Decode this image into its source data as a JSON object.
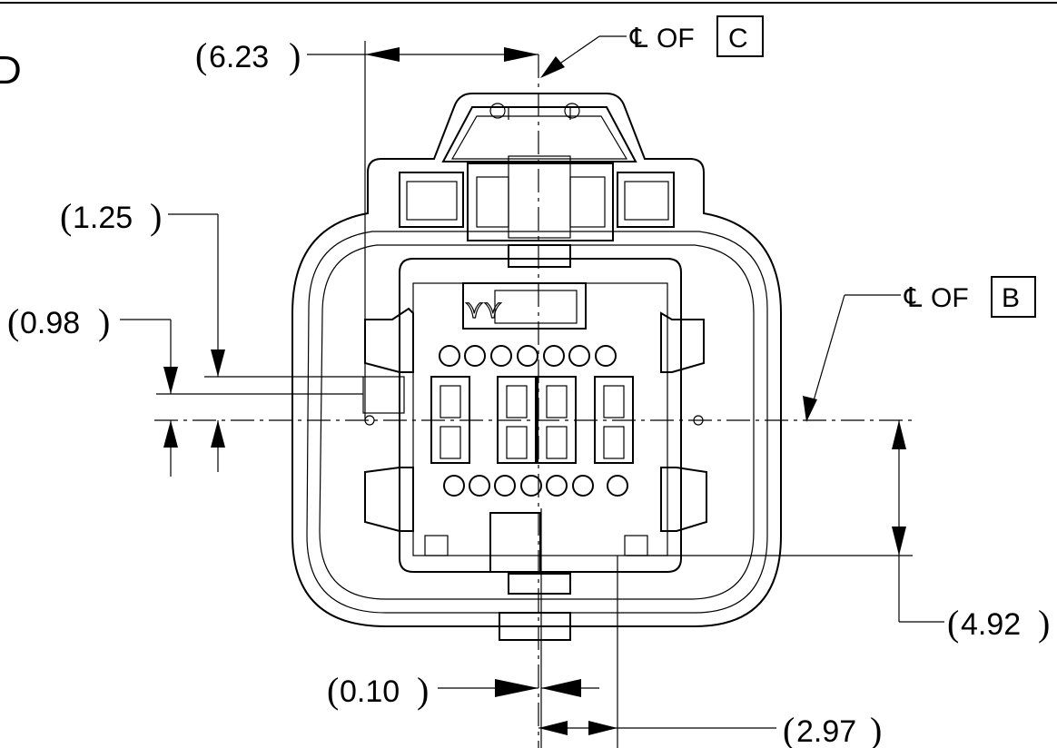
{
  "sheet": {
    "corner_letter": "D"
  },
  "dimensions": [
    {
      "id": "dim-6-23",
      "value": "6.23"
    },
    {
      "id": "dim-1-25",
      "value": "1.25"
    },
    {
      "id": "dim-0-98",
      "value": "0.98"
    },
    {
      "id": "dim-4-92",
      "value": "4.92"
    },
    {
      "id": "dim-0-10",
      "value": "0.10"
    },
    {
      "id": "dim-2-97",
      "value": "2.97"
    }
  ],
  "centerline_callouts": [
    {
      "id": "cl-c",
      "symbol": "℄",
      "text": "OF",
      "datum": "C"
    },
    {
      "id": "cl-b",
      "symbol": "℄",
      "text": "OF",
      "datum": "B"
    }
  ],
  "parens": {
    "open": "(",
    "close": ")"
  },
  "colors": {
    "ink": "#000000",
    "paper": "#ffffff"
  }
}
